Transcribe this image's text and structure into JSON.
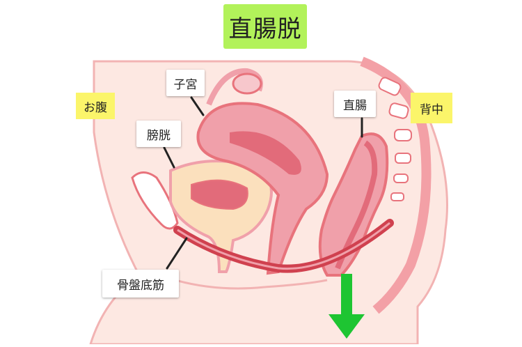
{
  "title": "直腸脱",
  "labels": {
    "belly": "お腹",
    "back": "背中",
    "uterus": "子宮",
    "bladder": "膀胱",
    "rectum": "直腸",
    "pelvic_floor": "骨盤底筋"
  },
  "colors": {
    "title_bg": "#b2f25a",
    "tag_bg": "#fbf56a",
    "skin": "#fde8e2",
    "outline": "#e8737c",
    "organ": "#f0a0aa",
    "organ_dark": "#e26b7a",
    "bladder": "#fbe0bd",
    "muscle": "#d0414f",
    "arrow": "#1ec532"
  },
  "arrow_icon": "down-arrow-icon"
}
